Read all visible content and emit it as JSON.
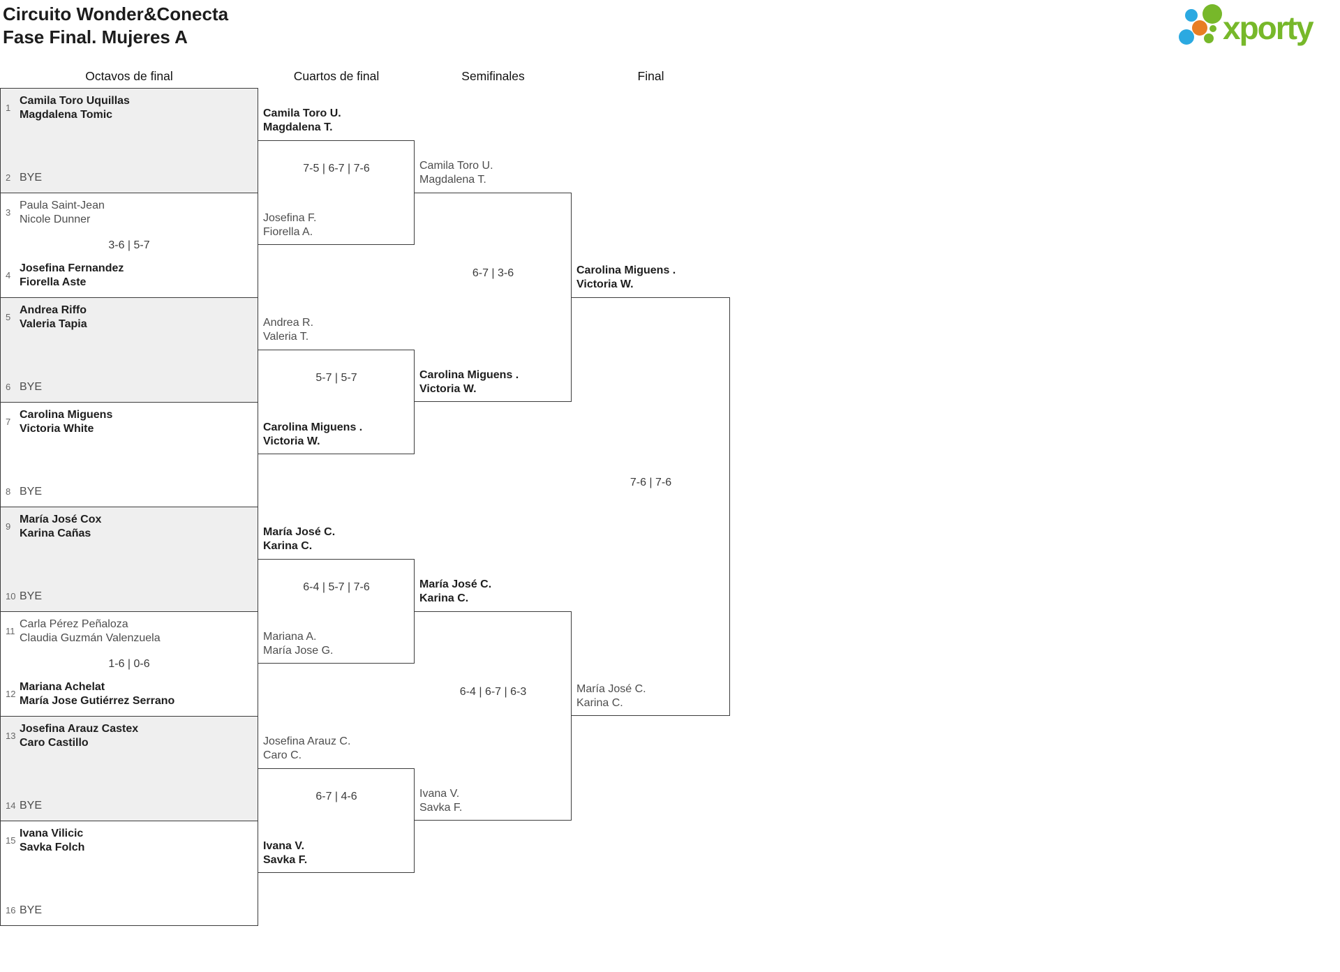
{
  "header": {
    "title_line1": "Circuito Wonder&Conecta",
    "title_line2": "Fase Final. Mujeres A",
    "logo_text": "xporty"
  },
  "rounds": [
    "Octavos de final",
    "Cuartos de final",
    "Semifinales",
    "Final"
  ],
  "r16": [
    {
      "shaded": true,
      "score": "",
      "top": {
        "seed": "1",
        "winner": true,
        "lines": [
          "Camila Toro Uquillas",
          "Magdalena Tomic"
        ]
      },
      "bottom": {
        "seed": "2",
        "winner": false,
        "lines": [
          "BYE"
        ]
      }
    },
    {
      "shaded": false,
      "score": "3-6 | 5-7",
      "top": {
        "seed": "3",
        "winner": false,
        "lines": [
          "Paula Saint-Jean",
          "Nicole Dunner"
        ]
      },
      "bottom": {
        "seed": "4",
        "winner": true,
        "lines": [
          "Josefina Fernandez",
          "Fiorella Aste"
        ]
      }
    },
    {
      "shaded": true,
      "score": "",
      "top": {
        "seed": "5",
        "winner": true,
        "lines": [
          "Andrea Riffo",
          "Valeria Tapia"
        ]
      },
      "bottom": {
        "seed": "6",
        "winner": false,
        "lines": [
          "BYE"
        ]
      }
    },
    {
      "shaded": false,
      "score": "",
      "top": {
        "seed": "7",
        "winner": true,
        "lines": [
          "Carolina Miguens",
          "Victoria White"
        ]
      },
      "bottom": {
        "seed": "8",
        "winner": false,
        "lines": [
          "BYE"
        ]
      }
    },
    {
      "shaded": true,
      "score": "",
      "top": {
        "seed": "9",
        "winner": true,
        "lines": [
          "María José Cox",
          "Karina Cañas"
        ]
      },
      "bottom": {
        "seed": "10",
        "winner": false,
        "lines": [
          "BYE"
        ]
      }
    },
    {
      "shaded": false,
      "score": "1-6 | 0-6",
      "top": {
        "seed": "11",
        "winner": false,
        "lines": [
          "Carla Pérez Peñaloza",
          "Claudia Guzmán Valenzuela"
        ]
      },
      "bottom": {
        "seed": "12",
        "winner": true,
        "lines": [
          "Mariana Achelat",
          "María Jose Gutiérrez Serrano"
        ]
      }
    },
    {
      "shaded": true,
      "score": "",
      "top": {
        "seed": "13",
        "winner": true,
        "lines": [
          "Josefina Arauz Castex",
          "Caro Castillo"
        ]
      },
      "bottom": {
        "seed": "14",
        "winner": false,
        "lines": [
          "BYE"
        ]
      }
    },
    {
      "shaded": false,
      "score": "",
      "top": {
        "seed": "15",
        "winner": true,
        "lines": [
          "Ivana Vilicic",
          "Savka Folch"
        ]
      },
      "bottom": {
        "seed": "16",
        "winner": false,
        "lines": [
          "BYE"
        ]
      }
    }
  ],
  "qf": [
    {
      "score": "7-5 | 6-7 | 7-6",
      "top": {
        "winner": true,
        "lines": [
          "Camila Toro U.",
          "Magdalena T."
        ]
      },
      "bottom": {
        "winner": false,
        "lines": [
          "Josefina F.",
          "Fiorella A."
        ]
      }
    },
    {
      "score": "5-7 | 5-7",
      "top": {
        "winner": false,
        "lines": [
          "Andrea R.",
          "Valeria T."
        ]
      },
      "bottom": {
        "winner": true,
        "lines": [
          "Carolina Miguens .",
          "Victoria W."
        ]
      }
    },
    {
      "score": "6-4 | 5-7 | 7-6",
      "top": {
        "winner": true,
        "lines": [
          "María José C.",
          "Karina C."
        ]
      },
      "bottom": {
        "winner": false,
        "lines": [
          "Mariana A.",
          "María Jose G."
        ]
      }
    },
    {
      "score": "6-7 | 4-6",
      "top": {
        "winner": false,
        "lines": [
          "Josefina Arauz C.",
          "Caro C."
        ]
      },
      "bottom": {
        "winner": true,
        "lines": [
          "Ivana V.",
          "Savka F."
        ]
      }
    }
  ],
  "sf": [
    {
      "score": "6-7 | 3-6",
      "top": {
        "winner": false,
        "lines": [
          "Camila Toro U.",
          "Magdalena T."
        ]
      },
      "bottom": {
        "winner": true,
        "lines": [
          "Carolina Miguens .",
          "Victoria W."
        ]
      }
    },
    {
      "score": "6-4 | 6-7 | 6-3",
      "top": {
        "winner": true,
        "lines": [
          "María José C.",
          "Karina C."
        ]
      },
      "bottom": {
        "winner": false,
        "lines": [
          "Ivana V.",
          "Savka F."
        ]
      }
    }
  ],
  "final": {
    "score": "7-6 | 7-6",
    "top": {
      "winner": true,
      "lines": [
        "Carolina Miguens .",
        "Victoria W."
      ]
    },
    "bottom": {
      "winner": false,
      "lines": [
        "María José C.",
        "Karina C."
      ]
    }
  },
  "colors": {
    "brand_green": "#77b82a",
    "brand_blue": "#2ba9e1",
    "brand_orange": "#e87e24",
    "shaded_block": "#efefef",
    "line": "#3c3c3c"
  }
}
